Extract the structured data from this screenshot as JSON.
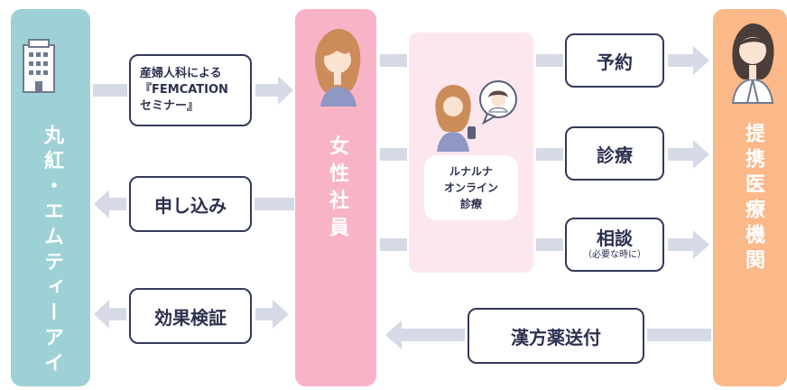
{
  "company": {
    "name": "丸紅・エムティーアイ",
    "icon": "building-icon"
  },
  "women": {
    "label": "女性社員",
    "icon": "woman-avatar-icon"
  },
  "online": {
    "label": "ルナルナ\nオンライン\n診療",
    "icon": "woman-phone-doctor-chat-icon"
  },
  "clinic": {
    "label": "提携医療機関",
    "icon": "doctor-avatar-icon"
  },
  "flows": {
    "seminar": "産婦人科による\n『FEMCATION\nセミナー』",
    "apply": "申し込み",
    "verify": "効果検証",
    "reserve": "予約",
    "treat": "診療",
    "consult": "相談",
    "consult_note": "（必要な時に）",
    "kampo": "漢方薬送付"
  },
  "colors": {
    "company": "#9dd1d5",
    "women": "#f9b3c6",
    "online": "#fde7ee",
    "clinic": "#fbb889",
    "arrow": "#d5dae6",
    "box_border": "#33395a"
  }
}
